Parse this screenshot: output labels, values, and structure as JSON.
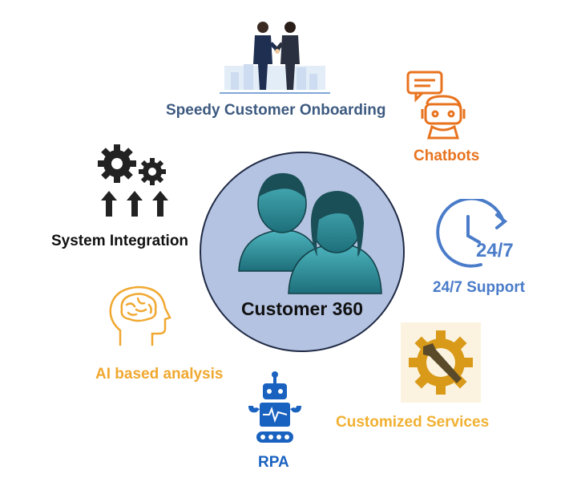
{
  "center": {
    "label": "Customer 360",
    "icon": "customer-people-icon"
  },
  "items": {
    "onboarding": {
      "label": "Speedy Customer Onboarding",
      "icon": "handshake-icon",
      "color": "#3d5a80"
    },
    "chatbots": {
      "label": "Chatbots",
      "icon": "chatbot-icon",
      "color": "#e8731e"
    },
    "support": {
      "label": "24/7 Support",
      "icon": "clock-247-icon",
      "color": "#4a7cc9",
      "icon_text": "24/7"
    },
    "customized": {
      "label": "Customized Services",
      "icon": "gear-wrench-icon",
      "color": "#f0b132"
    },
    "rpa": {
      "label": "RPA",
      "icon": "robot-icon",
      "color": "#1a62c0"
    },
    "ai": {
      "label": "AI based analysis",
      "icon": "brain-head-icon",
      "color": "#f0a830"
    },
    "integration": {
      "label": "System Integration",
      "icon": "gears-arrows-icon",
      "color": "#111111"
    }
  },
  "colors": {
    "center_fill": "#b4c3e2",
    "center_stroke": "#1f2a44",
    "people": "#2f8f9a"
  }
}
